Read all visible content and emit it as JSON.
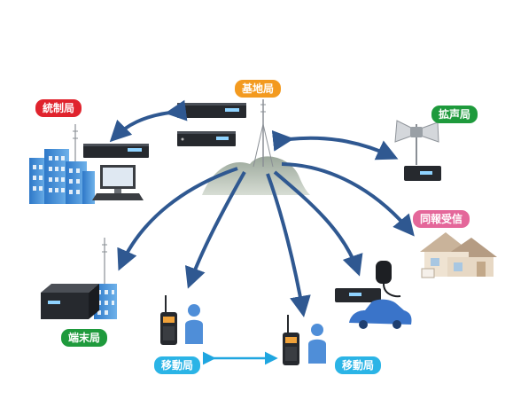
{
  "labels": {
    "control_station": "統制局",
    "base_station": "基地局",
    "pa_station": "拡声局",
    "broadcast_receiver": "同報受信",
    "terminal_station": "端末局",
    "mobile_station_left": "移動局",
    "mobile_station_right": "移動局"
  },
  "colors": {
    "control_station": "#e0232d",
    "base_station": "#f39a1f",
    "pa_station": "#1e9a3c",
    "broadcast_receiver": "#e4679a",
    "terminal_station": "#1e9a3c",
    "mobile_station": "#2bb4e6",
    "arrow_main": "#2f5891",
    "arrow_mobile": "#1fa6e0"
  }
}
